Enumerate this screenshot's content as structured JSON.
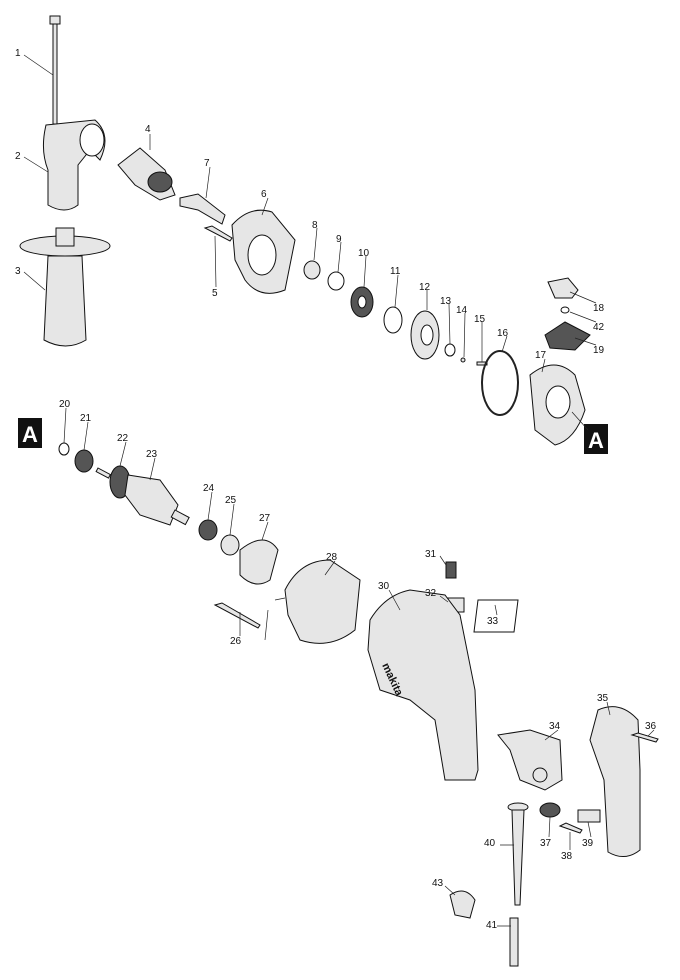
{
  "diagram": {
    "section_marker": "A",
    "parts": [
      "1",
      "2",
      "3",
      "4",
      "5",
      "6",
      "7",
      "8",
      "9",
      "10",
      "11",
      "12",
      "13",
      "14",
      "15",
      "16",
      "17",
      "18",
      "19",
      "42",
      "20",
      "21",
      "22",
      "23",
      "24",
      "25",
      "26",
      "27",
      "28",
      "30",
      "31",
      "32",
      "33",
      "34",
      "35",
      "36",
      "37",
      "38",
      "39",
      "40",
      "41",
      "43"
    ],
    "logo_text": "makita"
  }
}
